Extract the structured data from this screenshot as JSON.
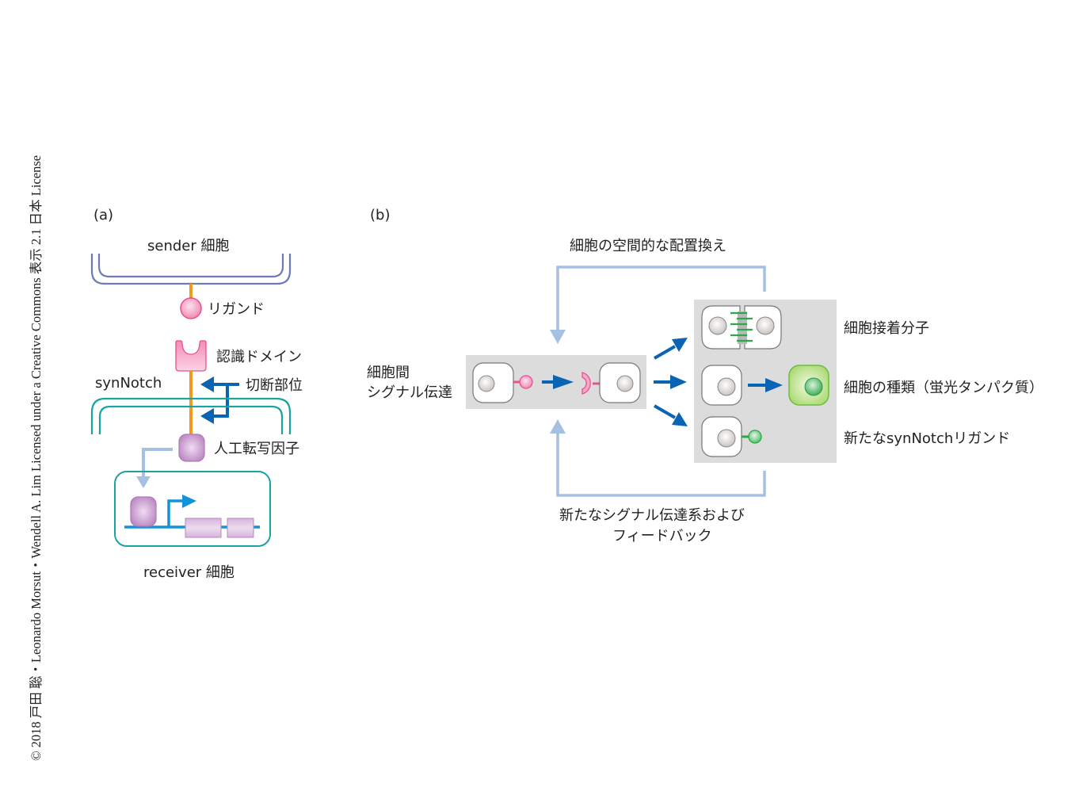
{
  "copyright": "© 2018 戸田 聡・Leonardo Morsut・Wendell A. Lim Licensed under a Creative Commons 表示 2.1 日本 License",
  "colors": {
    "membrane_sender": "#6d7bb8",
    "membrane_receiver": "#1aa3a3",
    "linker_orange": "#f39a1e",
    "ligand_pink": "#e8508e",
    "arrow_blue": "#0a64b4",
    "feedback_arrow": "#a6c0e4",
    "tf_purple": "#b884c0",
    "panel_gray": "#dcdcdc",
    "adhesion_green": "#2aa84a",
    "fluor_green": "#a6d66a"
  },
  "panel_a": {
    "label": "(a)",
    "sender_cell": "sender 細胞",
    "ligand": "リガンド",
    "recognition_domain": "認識ドメイン",
    "synnotch": "synNotch",
    "cleavage_site": "切断部位",
    "artificial_tf": "人工転写因子",
    "receiver_cell": "receiver 細胞"
  },
  "panel_b": {
    "label": "(b)",
    "top_feedback": "細胞の空間的な配置換え",
    "input_label_line1": "細胞間",
    "input_label_line2": "シグナル伝達",
    "outputs": [
      {
        "label": "細胞接着分子"
      },
      {
        "label": "細胞の種類（蛍光タンパク質）"
      },
      {
        "label": "新たなsynNotchリガンド"
      }
    ],
    "bottom_feedback_line1": "新たなシグナル伝達系および",
    "bottom_feedback_line2": "フィードバック"
  }
}
